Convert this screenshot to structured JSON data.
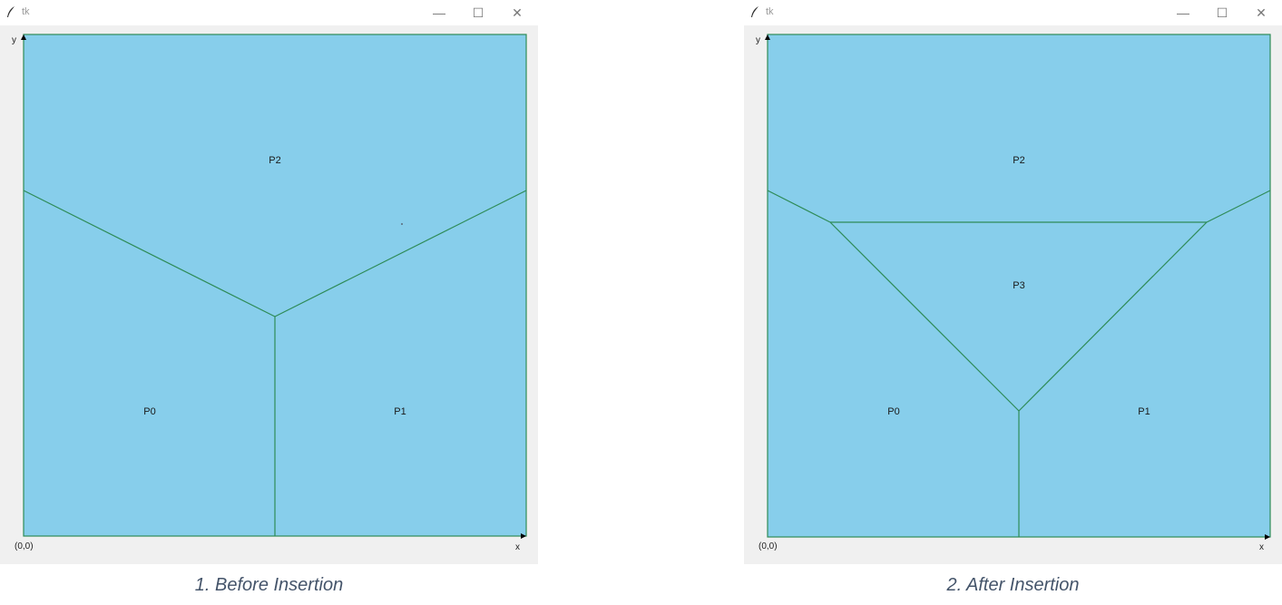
{
  "colors": {
    "region_fill": "#87ceeb",
    "edge_stroke": "#2e8b57",
    "frame": "#f0f0f0",
    "caption": "#44546a"
  },
  "windows": [
    {
      "title": "tk",
      "axes": {
        "y_label": "y",
        "x_label": "x",
        "origin_label": "(0,0)"
      },
      "regions": [
        "P2",
        "P0",
        "P1"
      ],
      "caption": "1. Before Insertion"
    },
    {
      "title": "tk",
      "axes": {
        "y_label": "y",
        "x_label": "x",
        "origin_label": "(0,0)"
      },
      "regions": [
        "P2",
        "P3",
        "P0",
        "P1"
      ],
      "caption": "2. After Insertion"
    }
  ],
  "icons": {
    "app": "feather-icon",
    "minimize": "minimize-icon",
    "maximize": "maximize-icon",
    "close": "close-icon"
  },
  "glyphs": {
    "minimize": "—",
    "maximize": "☐",
    "close": "✕"
  }
}
